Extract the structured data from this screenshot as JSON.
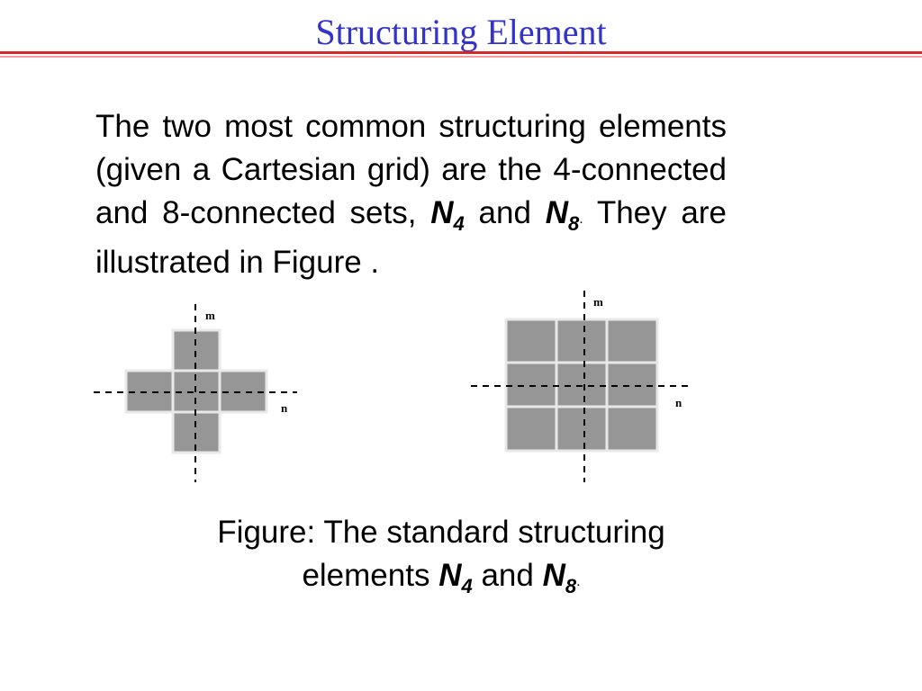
{
  "title": "Structuring Element",
  "colors": {
    "title": "#3333cc",
    "rule_red": "#d62a2a",
    "rule_pink": "#ff9a9a",
    "cell_fill": "#969696",
    "cell_stroke": "#e8e8e8",
    "text": "#000000"
  },
  "paragraph": {
    "intro": "The two most common structuring elements (given a Cartesian grid) are the 4-connected and 8-connected sets,",
    "sym1": "N",
    "sub1": "4",
    "and1": " and ",
    "sym2": "N",
    "sub2": "8",
    "dot": ".",
    "tail": " They are illustrated in Figure .",
    "ref": ""
  },
  "caption": {
    "line1": "Figure: The standard structuring",
    "line2_prefix": "elements ",
    "sym1": "N",
    "sub1": "4",
    "and": " and ",
    "sym2": "N",
    "sub2": "8",
    "dot": "."
  },
  "figure": {
    "n4_axis_labels": [
      "m",
      "n"
    ],
    "n8_axis_labels": [
      "m",
      "n"
    ]
  }
}
